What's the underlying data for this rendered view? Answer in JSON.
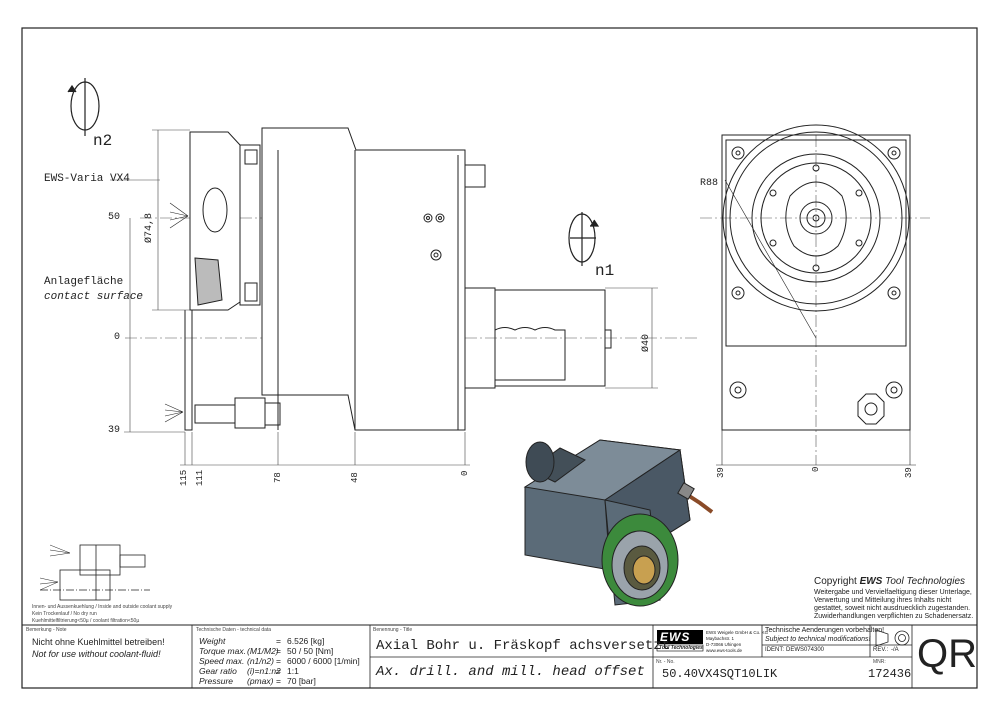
{
  "views": {
    "rotation_n2": "n2",
    "rotation_n1": "n1",
    "label_ews_varia": "EWS-Varia VX4",
    "label_anlageflaeche": "Anlagefläche",
    "label_contact_surface": "contact surface",
    "dim_50": "50",
    "dim_0": "0",
    "dim_39_left": "39",
    "dim_d748": "Ø74,8",
    "dim_d40": "Ø40",
    "dim_r88": "R88",
    "dims_bottom": [
      "115",
      "111",
      "78",
      "48",
      "0"
    ],
    "dims_right_bottom": [
      "39",
      "0",
      "39"
    ]
  },
  "notes": {
    "coolant_1": "Innen- und Aussenkuehlung / Inside and outside coolant supply",
    "coolant_2": "Kein Trockenlauf / No dry run",
    "coolant_3": "Kuehlmittelfiltrierung<50µ / coolant filtration<50µ"
  },
  "copyright": {
    "heading_prefix": "Copyright ",
    "heading_brand": "EWS",
    "heading_suffix": " Tool Technologies",
    "line1": "Weitergabe und Vervielfaeltigung dieser Unterlage,",
    "line2": "Verwertung und Mitteilung ihres Inhalts nicht",
    "line3": "gestattet, soweit nicht ausdruecklich zugestanden.",
    "line4": "Zuwiderhandlungen verpflichten zu Schadenersatz."
  },
  "title_block": {
    "remark_header": "Bemerkung - Note",
    "remark_de": "Nicht ohne Kuehlmittel betreiben!",
    "remark_en": "Not for use without coolant-fluid!",
    "tech_header": "Technische Daten - technical data",
    "tech_rows": [
      {
        "label": "Weight",
        "param": "",
        "eq": "=",
        "value": "6.526 [kg]"
      },
      {
        "label": "Torque max.",
        "param": "(M1/M2)",
        "eq": "=",
        "value": "50 / 50 [Nm]"
      },
      {
        "label": "Speed max.",
        "param": "(n1/n2)",
        "eq": "=",
        "value": "6000 / 6000 [1/min]"
      },
      {
        "label": "Gear ratio",
        "param": "(i)=n1:n2",
        "eq": "=",
        "value": "1:1"
      },
      {
        "label": "Pressure",
        "param": "(pmax)",
        "eq": "=",
        "value": "70 [bar]"
      }
    ],
    "title_header": "Benennung - Title",
    "title_de": "Axial Bohr u. Fräskopf achsversetzt",
    "title_en": "Ax. drill. and mill. head offset",
    "logo": "EWS",
    "logo_sub": "Tool Technologies",
    "company_1": "EWS Weigele GmbH & Co. KG",
    "company_2": "Maybachstr. 1",
    "company_3": "D-73066 Uhingen",
    "company_4": "www.ews-tools.de",
    "change_de": "Technische Aenderungen vorbehalten!",
    "change_en": "Subject to technical modifications!",
    "ident_label": "IDENT:",
    "ident_value": "DEWS074300",
    "rev_label": "REV.:",
    "rev_value": "-/A",
    "nr_header": "Nr. - No.",
    "part_no": "50.40VX4SQT10LIK",
    "mnr_label": "MNR:",
    "mnr_value": "172436",
    "qr": "QR"
  }
}
